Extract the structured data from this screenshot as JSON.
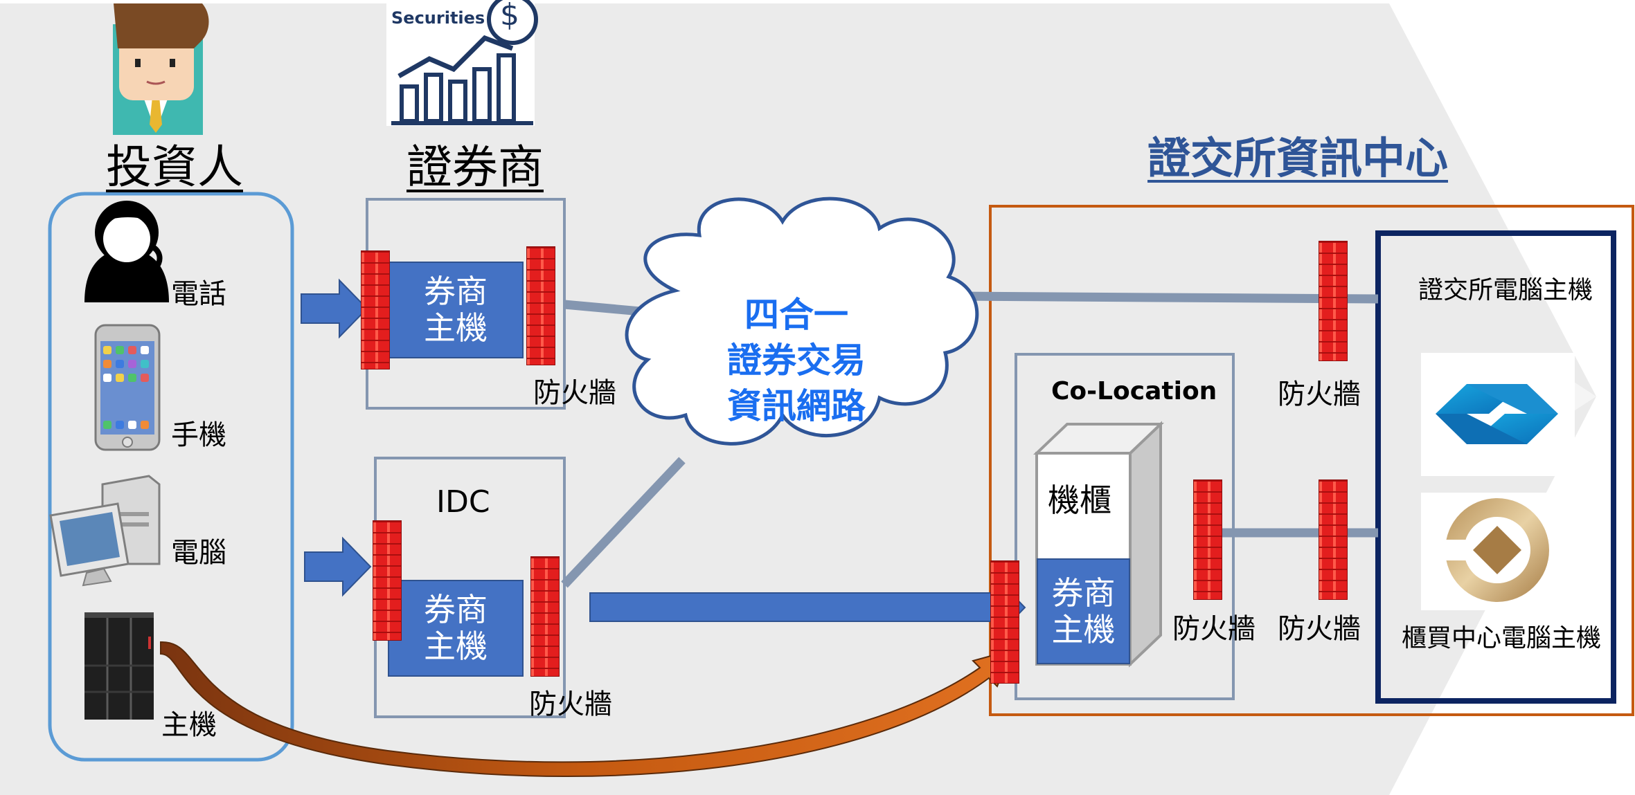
{
  "sections": {
    "investor": "投資人",
    "broker": "證券商",
    "exchange_center": "證交所資訊中心"
  },
  "brand": {
    "securities_label": "Securities",
    "currency_symbol": "$"
  },
  "investor_channels": [
    {
      "label": "電話",
      "icon": "phone-operator-icon"
    },
    {
      "label": "手機",
      "icon": "smartphone-icon"
    },
    {
      "label": "電腦",
      "icon": "desktop-computer-icon"
    },
    {
      "label": "主機",
      "icon": "server-tower-icon"
    }
  ],
  "broker": {
    "host_line1": "券商",
    "host_line2": "主機",
    "idc_label": "IDC",
    "firewall_label": "防火牆"
  },
  "network": {
    "line1": "四合一",
    "line2": "證券交易",
    "line3": "資訊網路"
  },
  "colocation": {
    "title": "Co-Location",
    "rack_label": "機櫃",
    "host_line1": "券商",
    "host_line2": "主機",
    "firewall_label": "防火牆"
  },
  "exchange": {
    "firewall_label": "防火牆",
    "twse_host": "證交所電腦主機",
    "tpex_host": "櫃買中心電腦主機"
  },
  "colors": {
    "background_band": "#ebebeb",
    "accent_blue": "#4472c4",
    "header_blue": "#2f5597",
    "connector_gray": "#8496b0",
    "exchange_border": "#c55a11",
    "exchange_inner_border": "#0c2461",
    "investor_border": "#5b9bd5",
    "orange_arrow": "#c55a11"
  }
}
